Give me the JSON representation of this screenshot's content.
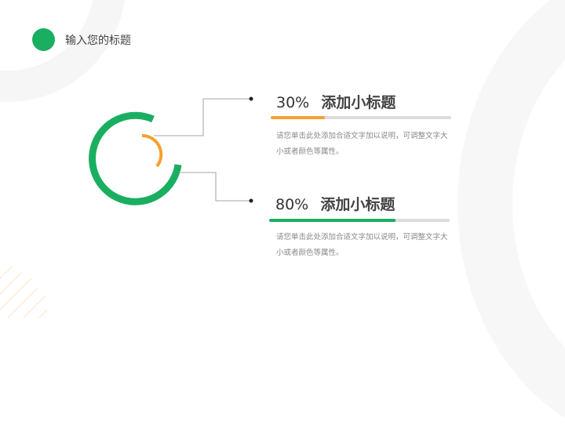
{
  "header": {
    "title": "输入您的标题"
  },
  "colors": {
    "green": "#1aae61",
    "orange": "#f7a032",
    "track": "#dcdcdc"
  },
  "items": [
    {
      "percent": "30%",
      "value": 30,
      "heading": "添加小标题",
      "description": "请您单击此处添加合适文字加以说明，可调整文字大小或者颜色等属性。",
      "color": "#f7a032"
    },
    {
      "percent": "80%",
      "value": 80,
      "heading": "添加小标题",
      "description": "请您单击此处添加合适文字加以说明，可调整文字大小或者颜色等属性。",
      "color": "#1aae61"
    }
  ]
}
